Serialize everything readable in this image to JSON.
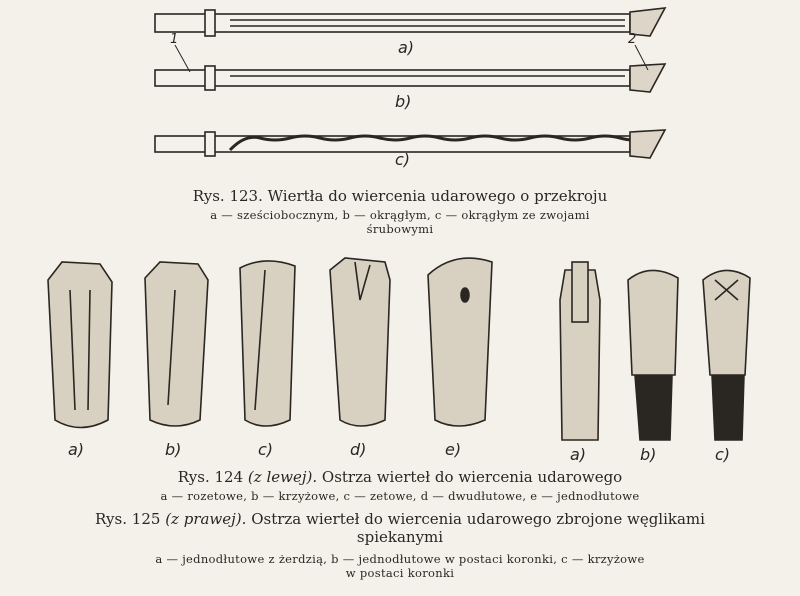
{
  "fig123": {
    "labels": [
      "a)",
      "b)",
      "c)"
    ],
    "part_labels": [
      "1",
      "2"
    ],
    "title": "Rys. 123. Wiertła do wiercenia udarowego o przekroju",
    "desc1": "a — sześciobocznym, b — okrągłym, c — okrągłym ze zwojami",
    "desc2": "śrubowymi"
  },
  "fig124": {
    "labels": [
      "a)",
      "b)",
      "c)",
      "d)",
      "e)"
    ],
    "title_a": "Rys. 124",
    "title_b": "(z lewej).",
    "title_c": "Ostrza wierteł do wiercenia udarowego",
    "desc": "a — rozetowe, b — krzyżowe, c — zetowe, d — dwudłutowe, e — jednodłutowe"
  },
  "fig125": {
    "labels": [
      "a)",
      "b)",
      "c)"
    ],
    "title_a": "Rys. 125",
    "title_b": "(z prawej).",
    "title_c": "Ostrza wierteł do wiercenia udarowego zbrojone węglikami",
    "title_d": "spiekanymi",
    "desc1": "a — jednodłutowe z żerdzią, b — jednodłutowe w postaci koronki, c — krzyżowe",
    "desc2": "w postaci koronki"
  }
}
